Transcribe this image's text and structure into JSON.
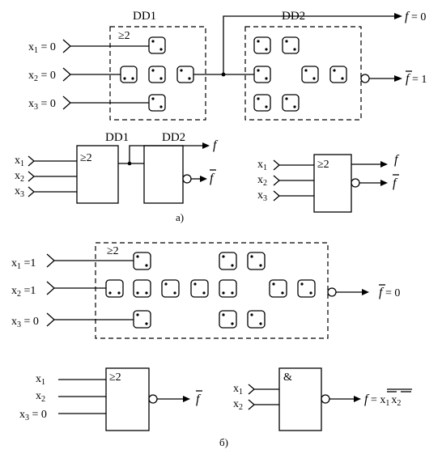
{
  "part_a": {
    "dd1_label": "DD1",
    "dd2_label": "DD2",
    "gate_symbol": "≥2",
    "x1_label": "x",
    "x1_sub": "1",
    "x1_value": " = 0",
    "x2_label": "x",
    "x2_sub": "2",
    "x2_value": " = 0",
    "x3_label": "x",
    "x3_sub": "3",
    "x3_value": " = 0",
    "f_label": "f",
    "f_value": " = 0",
    "fbar_label": "f",
    "fbar_value": " = 1"
  },
  "part_a_simplified": {
    "dd1_label": "DD1",
    "dd2_label": "DD2",
    "gate_symbol": "≥2",
    "x1": "x",
    "x1_sub": "1",
    "x2": "x",
    "x2_sub": "2",
    "x3": "x",
    "x3_sub": "3",
    "f": "f",
    "fbar": "f"
  },
  "part_a_single": {
    "gate_symbol": "≥2",
    "x1": "x",
    "x1_sub": "1",
    "x2": "x",
    "x2_sub": "2",
    "x3": "x",
    "x3_sub": "3",
    "f": "f",
    "fbar": "f"
  },
  "caption_a": "а)",
  "part_b": {
    "gate_symbol": "≥2",
    "x1_label": "x",
    "x1_sub": "1",
    "x1_value": " =1",
    "x2_label": "x",
    "x2_sub": "2",
    "x2_value": " =1",
    "x3_label": "x",
    "x3_sub": "3",
    "x3_value": " = 0",
    "fbar_label": "f",
    "fbar_value": " = 0"
  },
  "part_b_left": {
    "gate_symbol": "≥2",
    "x1": "x",
    "x1_sub": "1",
    "x2": "x",
    "x2_sub": "2",
    "x3": "x",
    "x3_sub": "3",
    "x3_value": " = 0",
    "fbar": "f"
  },
  "part_b_right": {
    "gate_symbol": "&",
    "x1": "x",
    "x1_sub": "1",
    "x2": "x",
    "x2_sub": "2",
    "f": "f",
    "eq": " = ",
    "term1": "x",
    "term1_sub": "1",
    "term2": "x",
    "term2_sub": "2"
  },
  "caption_b": "б)"
}
